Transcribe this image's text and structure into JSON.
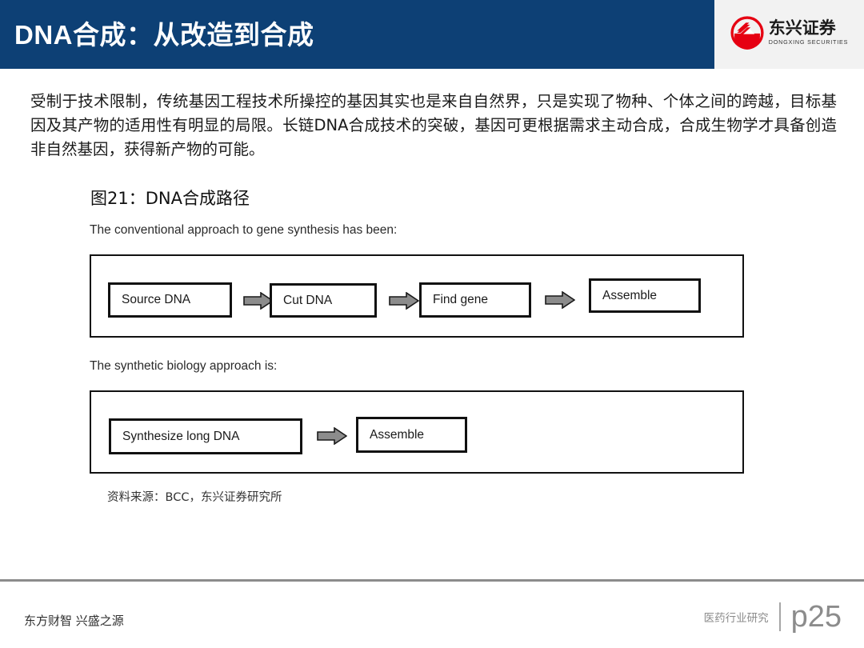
{
  "header": {
    "title": "DNA合成：从改造到合成",
    "bar_color": "#0d4075",
    "logo": {
      "name_cn": "东兴证券",
      "name_en": "DONGXING SECURITIES",
      "emblem_color": "#e60012"
    }
  },
  "body": {
    "paragraph": "受制于技术限制，传统基因工程技术所操控的基因其实也是来自自然界，只是实现了物种、个体之间的跨越，目标基因及其产物的适用性有明显的局限。长链DNA合成技术的突破，基因可更根据需求主动合成，合成生物学才具备创造非自然基因，获得新产物的可能。"
  },
  "figure": {
    "title": "图21：DNA合成路径",
    "source": "资料来源：BCC，东兴证券研究所",
    "flows": [
      {
        "caption": "The conventional approach to gene synthesis has been:",
        "steps": [
          "Source DNA",
          "Cut DNA",
          "Find gene",
          "Assemble"
        ]
      },
      {
        "caption": "The synthetic biology approach is:",
        "steps": [
          "Synthesize long DNA",
          "Assemble"
        ]
      }
    ]
  },
  "footer": {
    "slogan": "东方财智 兴盛之源",
    "section": "医药行业研究",
    "page": "p25"
  }
}
